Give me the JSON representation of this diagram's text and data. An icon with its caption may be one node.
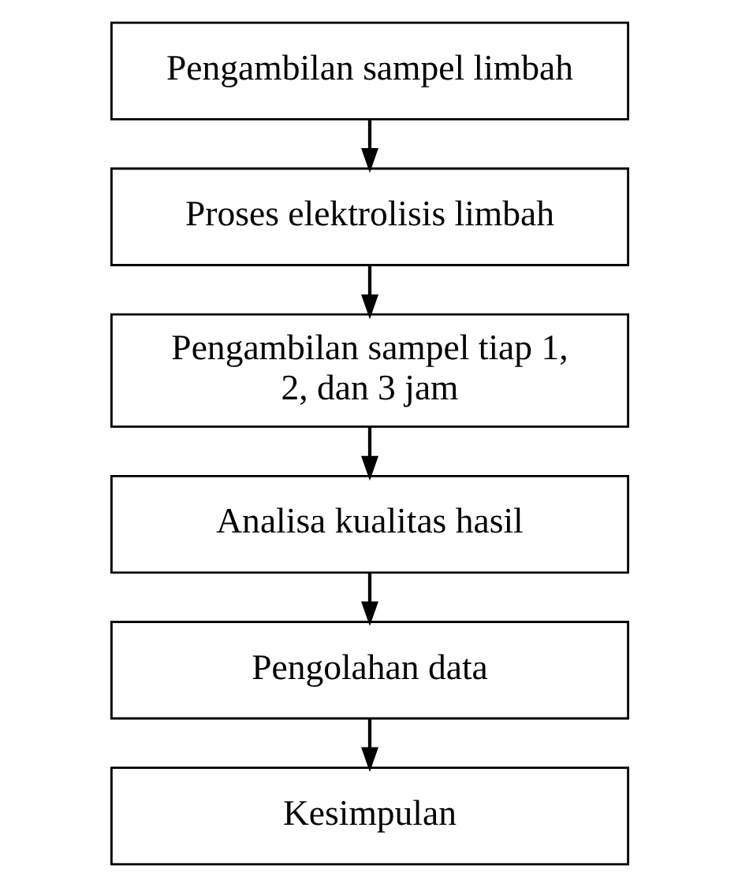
{
  "diagram": {
    "nodes": [
      {
        "text": [
          "Pengambilan sampel limbah"
        ]
      },
      {
        "text": [
          "Proses elektrolisis limbah"
        ]
      },
      {
        "text": [
          "Pengambilan sampel tiap 1, 2, dan 3 jam"
        ]
      },
      {
        "text": [
          "Analisa kualitas hasil"
        ]
      },
      {
        "text": [
          "Pengolahan data"
        ]
      },
      {
        "text": [
          "Kesimpulan"
        ]
      }
    ],
    "edges": [
      {
        "from": 0,
        "to": 1,
        "arrow": "to"
      },
      {
        "from": 1,
        "to": 2,
        "arrow": "to"
      },
      {
        "from": 2,
        "to": 3,
        "arrow": "to"
      },
      {
        "from": 3,
        "to": 4,
        "arrow": "to"
      },
      {
        "from": 4,
        "to": 5,
        "arrow": "to"
      }
    ]
  }
}
